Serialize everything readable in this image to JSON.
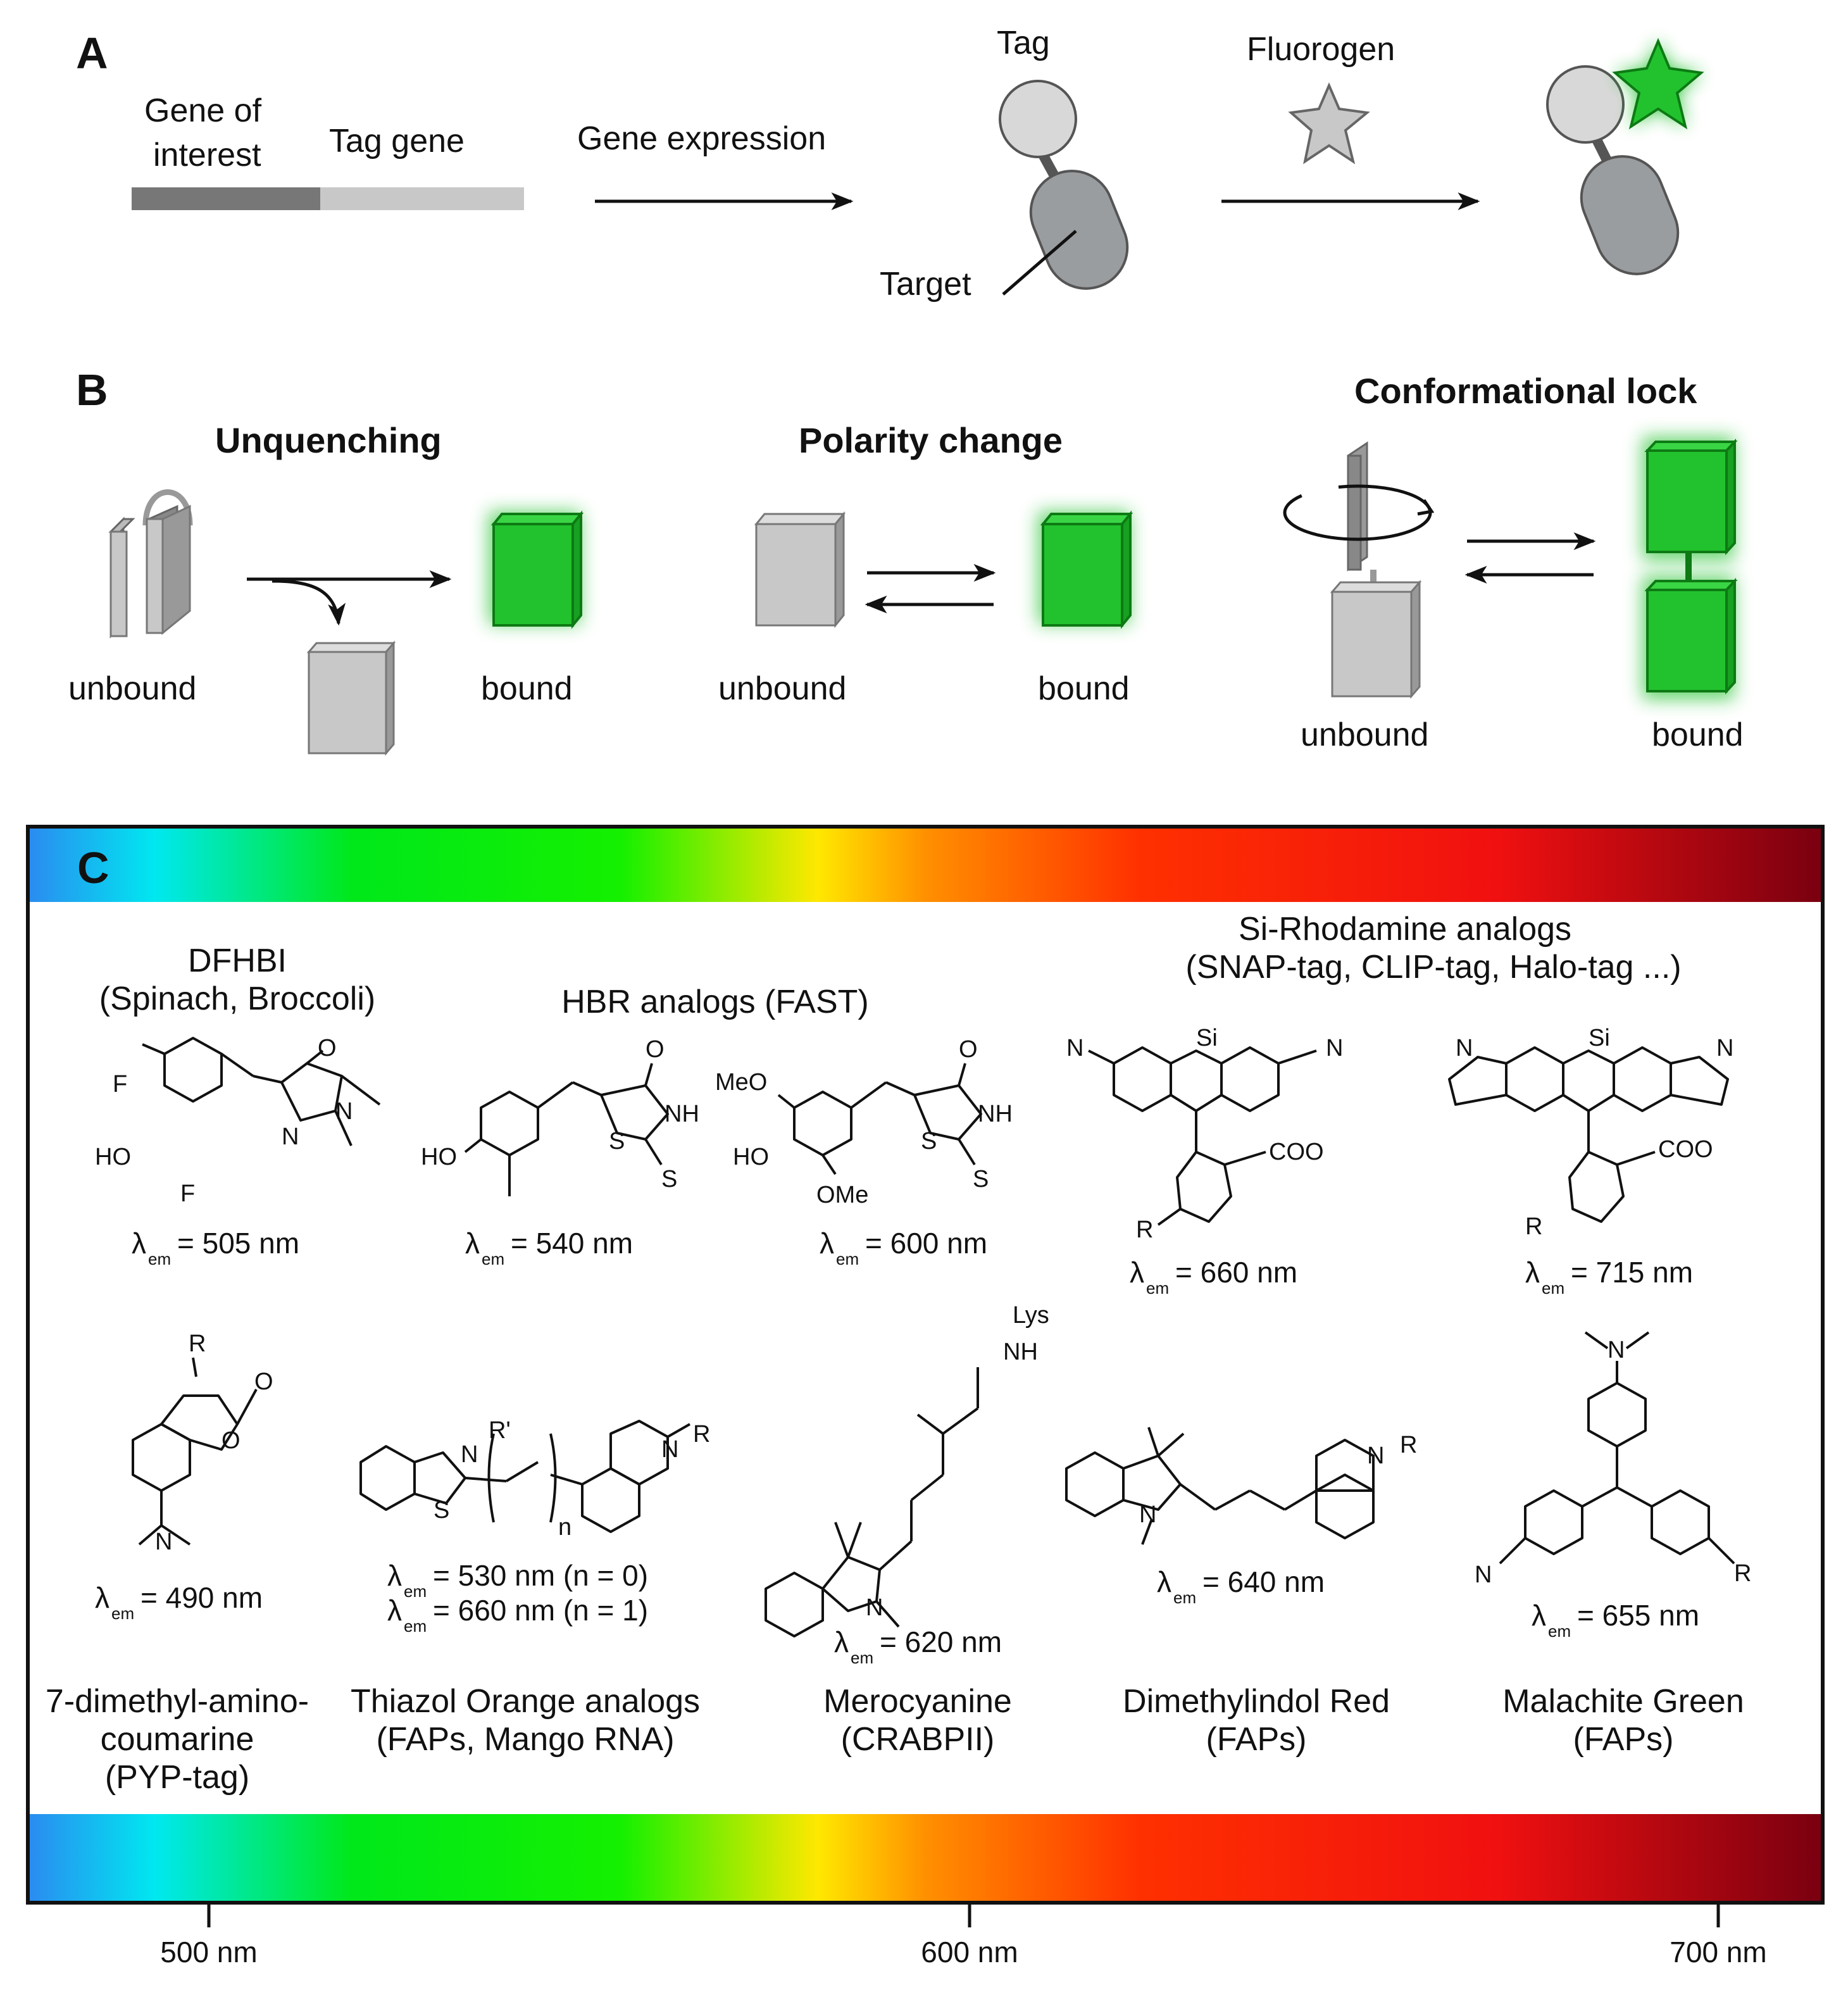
{
  "panelA": {
    "letter": "A",
    "gene_of_interest": [
      "Gene of",
      "interest"
    ],
    "tag_gene": "Tag gene",
    "gene_expression": "Gene expression",
    "tag": "Tag",
    "target": "Target",
    "fluorogen": "Fluorogen"
  },
  "panelB": {
    "letter": "B",
    "unquenching": {
      "title": "Unquenching",
      "unbound": "unbound",
      "bound": "bound"
    },
    "polarity": {
      "title": "Polarity change",
      "unbound": "unbound",
      "bound": "bound"
    },
    "conformational": {
      "title": "Conformational lock",
      "unbound": "unbound",
      "bound": "bound"
    }
  },
  "panelC": {
    "letter": "C",
    "lambda_symbol": "λ",
    "lambda_sub": "em",
    "compounds_row1": [
      {
        "name": [
          "DFHBI",
          "(Spinach, Broccoli)"
        ],
        "em": "= 505 nm",
        "atoms": [
          "F",
          "HO",
          "F",
          "O",
          "N",
          "N"
        ]
      },
      {
        "name": [
          "HBR analogs (FAST)"
        ],
        "em": "= 540 nm",
        "atoms": [
          "HO",
          "O",
          "NH",
          "S",
          "S"
        ]
      },
      {
        "name": [],
        "em": "= 600 nm",
        "atoms": [
          "MeO",
          "HO",
          "OMe",
          "O",
          "NH",
          "S",
          "S"
        ]
      },
      {
        "name": [
          "Si-Rhodamine analogs",
          "(SNAP-tag, CLIP-tag, Halo-tag ...)"
        ],
        "em": "= 660 nm",
        "atoms": [
          "N",
          "Si",
          "N",
          "COO",
          "R"
        ]
      },
      {
        "name": [],
        "em": "= 715 nm",
        "atoms": [
          "N",
          "Si",
          "N",
          "COO",
          "R"
        ]
      }
    ],
    "compounds_row2": [
      {
        "name": [
          "7-dimethyl-amino-",
          "coumarine",
          "(PYP-tag)"
        ],
        "em": [
          "= 490 nm"
        ],
        "atoms": [
          "R",
          "O",
          "O",
          "N"
        ]
      },
      {
        "name": [
          "Thiazol Orange analogs",
          "(FAPs, Mango RNA)"
        ],
        "em": [
          "= 530 nm (n = 0)",
          "= 660 nm (n = 1)"
        ],
        "atoms": [
          "N",
          "R'",
          "S",
          "n",
          "N",
          "R"
        ]
      },
      {
        "name": [
          "Merocyanine",
          "(CRABPII)"
        ],
        "em": [
          "= 620 nm"
        ],
        "atoms": [
          "Lys",
          "NH",
          "N"
        ]
      },
      {
        "name": [
          "Dimethylindol Red",
          "(FAPs)"
        ],
        "em": [
          "= 640 nm"
        ],
        "atoms": [
          "N",
          "N",
          "R"
        ]
      },
      {
        "name": [
          "Malachite Green",
          "(FAPs)"
        ],
        "em": [
          "= 655 nm"
        ],
        "atoms": [
          "N",
          "N",
          "R"
        ]
      }
    ],
    "axis": {
      "ticks": [
        "500 nm",
        "600 nm",
        "700 nm"
      ]
    }
  },
  "colors": {
    "gene_dark": "#777777",
    "gene_light": "#c8c8c8",
    "protein_grey": "#9a9da0",
    "tag_light": "#d8d8d8",
    "fluor_green": "#22c22e",
    "spectrum": [
      "#2a8cf0",
      "#00e8f0",
      "#00e81a",
      "#14f000",
      "#ffe800",
      "#ff9000",
      "#ff3000",
      "#f01010",
      "#7a0010"
    ]
  }
}
